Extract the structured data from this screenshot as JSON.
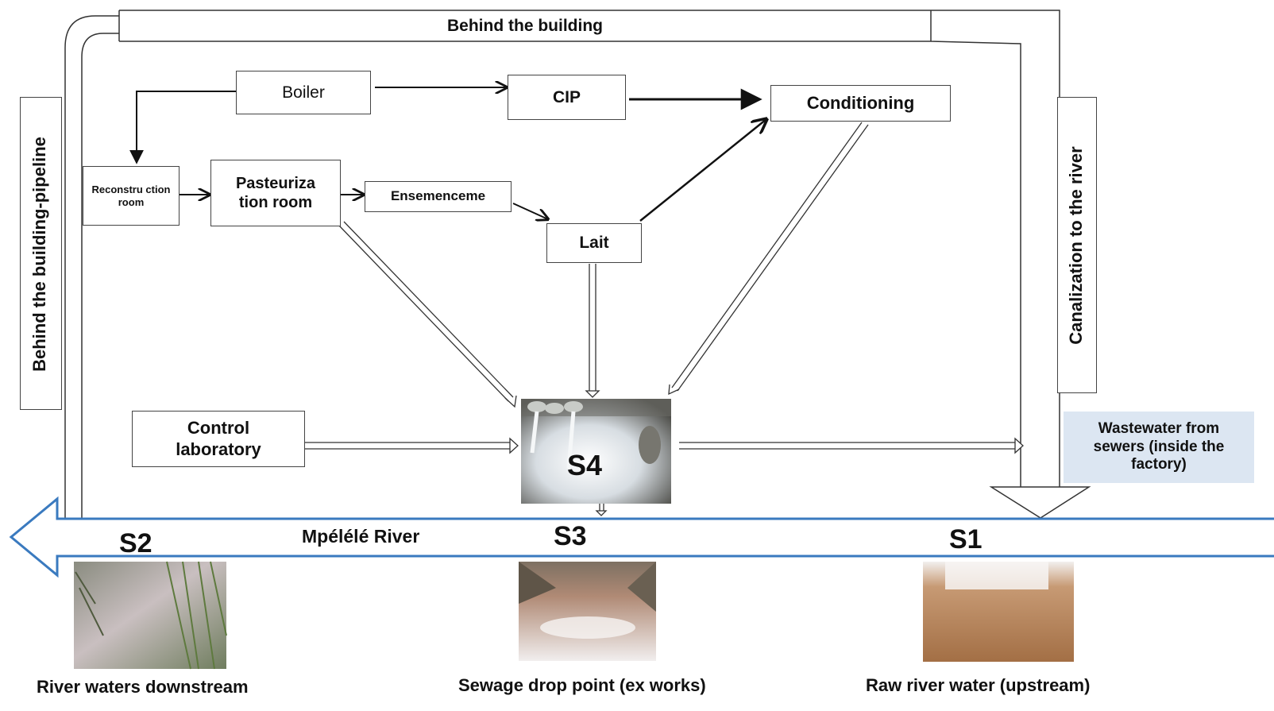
{
  "labels": {
    "behind_building": "Behind the building",
    "behind_pipeline": "Behind the building-pipeline",
    "canalization": "Canalization to the river",
    "wastewater": "Wastewater from sewers (inside the factory)",
    "river": "Mpélélé River"
  },
  "boxes": {
    "boiler": "Boiler",
    "cip": "CIP",
    "conditioning": "Conditioning",
    "reconstruction": "Reconstru ction room",
    "pasteurization": "Pasteuriza tion room",
    "ensemenceme": "Ensemenceme",
    "lait": "Lait",
    "control_lab": "Control laboratory"
  },
  "sites": {
    "s1": "S1",
    "s2": "S2",
    "s3": "S3",
    "s4": "S4"
  },
  "captions": {
    "s2": "River waters downstream",
    "s3": "Sewage drop point (ex works)",
    "s1": "Raw river water (upstream)"
  },
  "colors": {
    "river_line": "#3a7abf",
    "wastewater_box": "#dce6f2",
    "line": "#222222"
  }
}
